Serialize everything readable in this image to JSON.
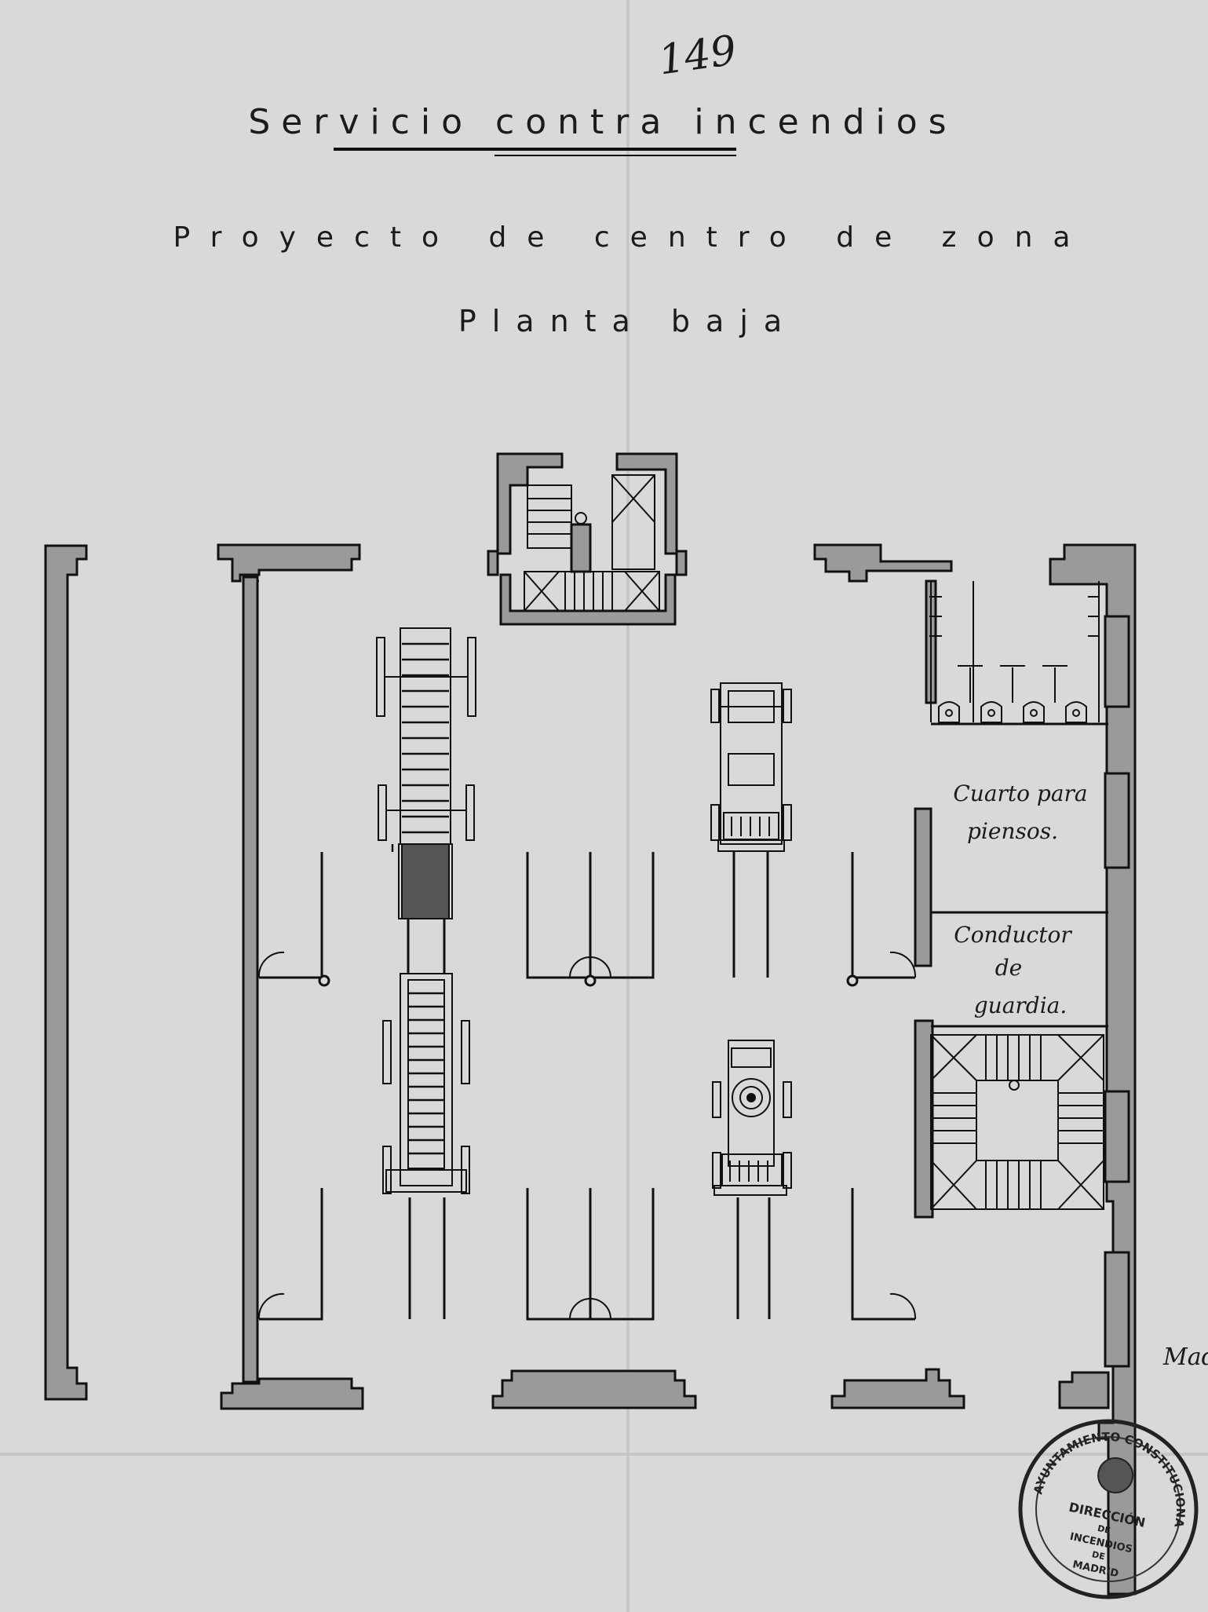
{
  "title": "Servicio contra incendios",
  "subtitle": "Proyecto de centro de zona",
  "floor": "Planta baja",
  "folio_mark": "149",
  "rooms": {
    "feed_room": [
      "Cuarto para",
      "piensos."
    ],
    "guard_driver": [
      "Conductor",
      "de",
      "guardia."
    ]
  },
  "margin_text": "Mad",
  "stamp": {
    "top": "AYUNTAMIENTO CONSTITUCIONAL",
    "line1": "DIRECCIÓN",
    "line2": "DE",
    "line3": "INCENDIOS",
    "line4": "DE",
    "bottom": "MADRID"
  },
  "colors": {
    "paper": "#d9d9d9",
    "ink": "#111111",
    "wall": "#9a9a9a"
  }
}
